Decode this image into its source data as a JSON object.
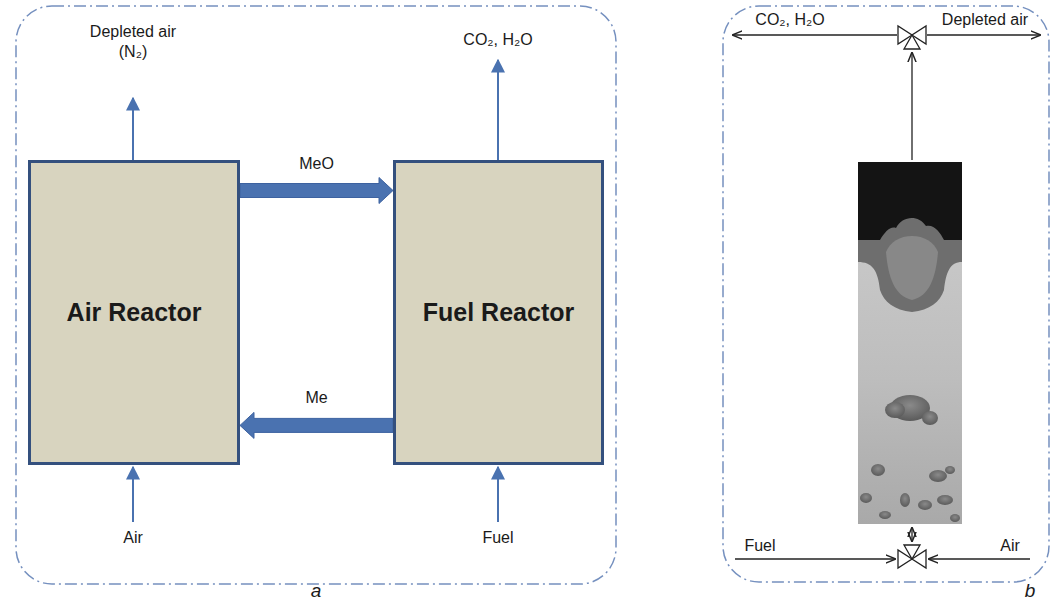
{
  "diagram": {
    "nodes": [
      {
        "text": [
          "Air Reactor"
        ]
      },
      {
        "text": [
          "Fuel Reactor"
        ]
      }
    ],
    "edges": [
      {
        "from": 0,
        "to": 1,
        "arrow": "to",
        "label": "MeO"
      },
      {
        "from": 1,
        "to": 0,
        "arrow": "to",
        "label": "Me"
      }
    ],
    "labels": [
      "Depleted air (N₂)",
      "CO₂, H₂O",
      "Air",
      "Fuel",
      "a",
      "CO₂, H₂O",
      "Depleted air",
      "Fuel",
      "Air",
      "b"
    ]
  }
}
